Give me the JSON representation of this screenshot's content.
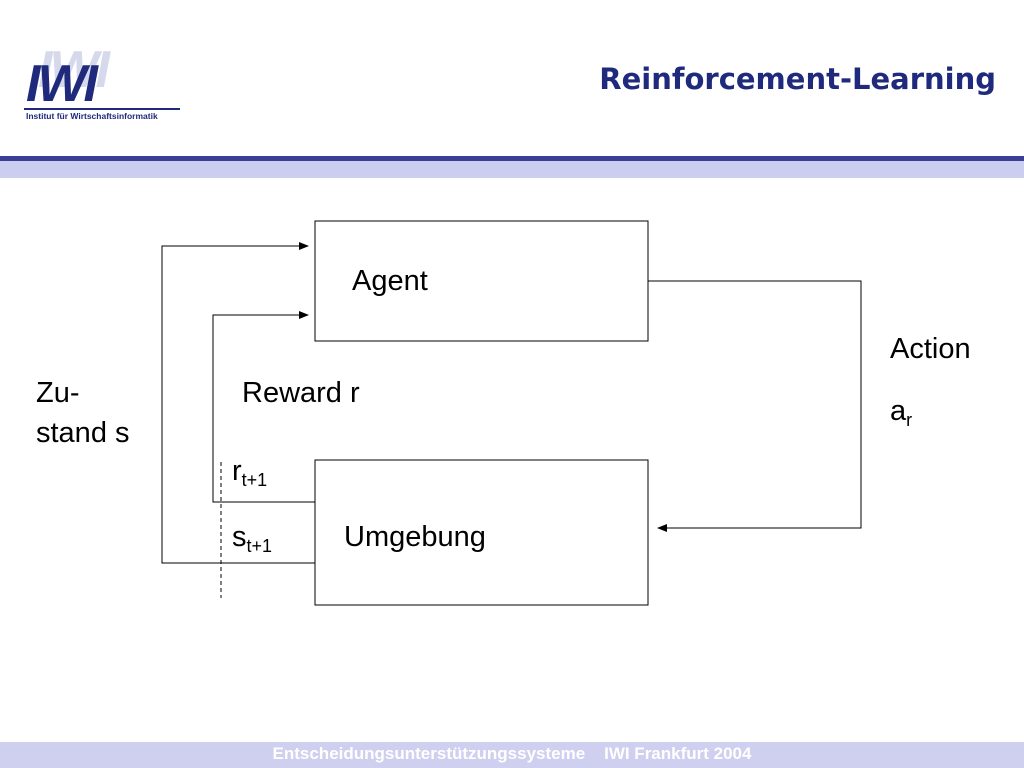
{
  "header": {
    "logo_text": "IWI",
    "logo_subtitle": "Institut für Wirtschaftsinformatik",
    "title": "Reinforcement-Learning"
  },
  "diagram": {
    "agent_label": "Agent",
    "environment_label": "Umgebung",
    "action_label": "Action",
    "action_symbol": "a",
    "action_subscript": "r",
    "state_label_line1": "Zu-",
    "state_label_line2": "stand s",
    "reward_label": "Reward r",
    "reward_next_symbol": "r",
    "reward_next_subscript": "t+1",
    "state_next_symbol": "s",
    "state_next_subscript": "t+1"
  },
  "footer": {
    "left": "Entscheidungsunterstützungssysteme",
    "right": "IWI Frankfurt 2004"
  }
}
